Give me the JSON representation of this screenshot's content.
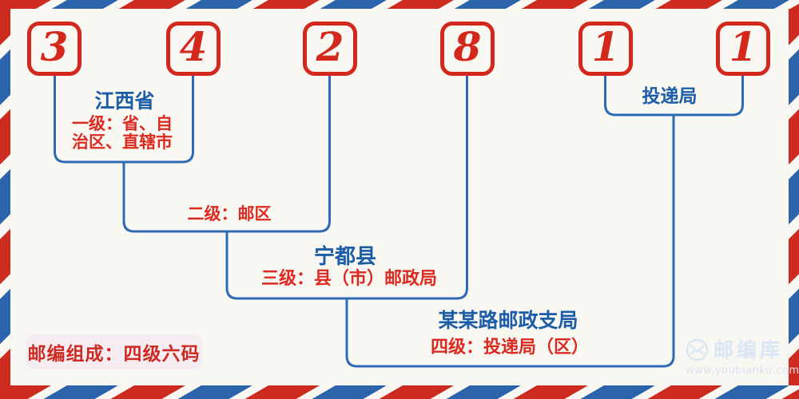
{
  "postal_code": {
    "digits": [
      "3",
      "4",
      "2",
      "8",
      "1",
      "1"
    ]
  },
  "levels": [
    {
      "place": "江西省",
      "desc_lines": [
        "一级：省、自",
        "治区、直辖市"
      ]
    },
    {
      "desc": "二级：邮区"
    },
    {
      "place": "宁都县",
      "desc": "三级：县（市）邮政局"
    },
    {
      "place": "某某路邮政支局",
      "desc": "四级：投递局（区）"
    },
    {
      "place": "投递局"
    }
  ],
  "note": "邮编组成：四级六码",
  "branding": {
    "site_name": "邮编库",
    "site_url": "www.youbianku.com"
  },
  "colors": {
    "digit_red": "#d5281d",
    "label_red": "#dd2a21",
    "place_blue": "#1d5da7",
    "line_blue": "#2e6bb2",
    "stripe_red": "#ce2b20",
    "stripe_blue": "#2c64ab",
    "background": "#f8f7f2",
    "note_bg": "#f5edf1",
    "watermark_blue": "#d9e6f5"
  }
}
